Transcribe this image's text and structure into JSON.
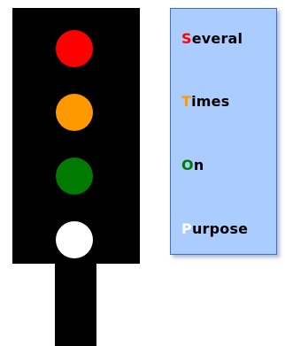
{
  "signal": {
    "lights": [
      {
        "name": "red",
        "color": "#ff0000"
      },
      {
        "name": "amber",
        "color": "#ff9900"
      },
      {
        "name": "green",
        "color": "#007a00"
      },
      {
        "name": "white",
        "color": "#ffffff"
      }
    ]
  },
  "mnemonic": {
    "items": [
      {
        "initial": "S",
        "rest": "everal",
        "color": "#ff0000"
      },
      {
        "initial": "T",
        "rest": "imes",
        "color": "#ff9900"
      },
      {
        "initial": "O",
        "rest": "n",
        "color": "#007a00"
      },
      {
        "initial": "P",
        "rest": "urpose",
        "color": "#ffffff"
      }
    ]
  }
}
